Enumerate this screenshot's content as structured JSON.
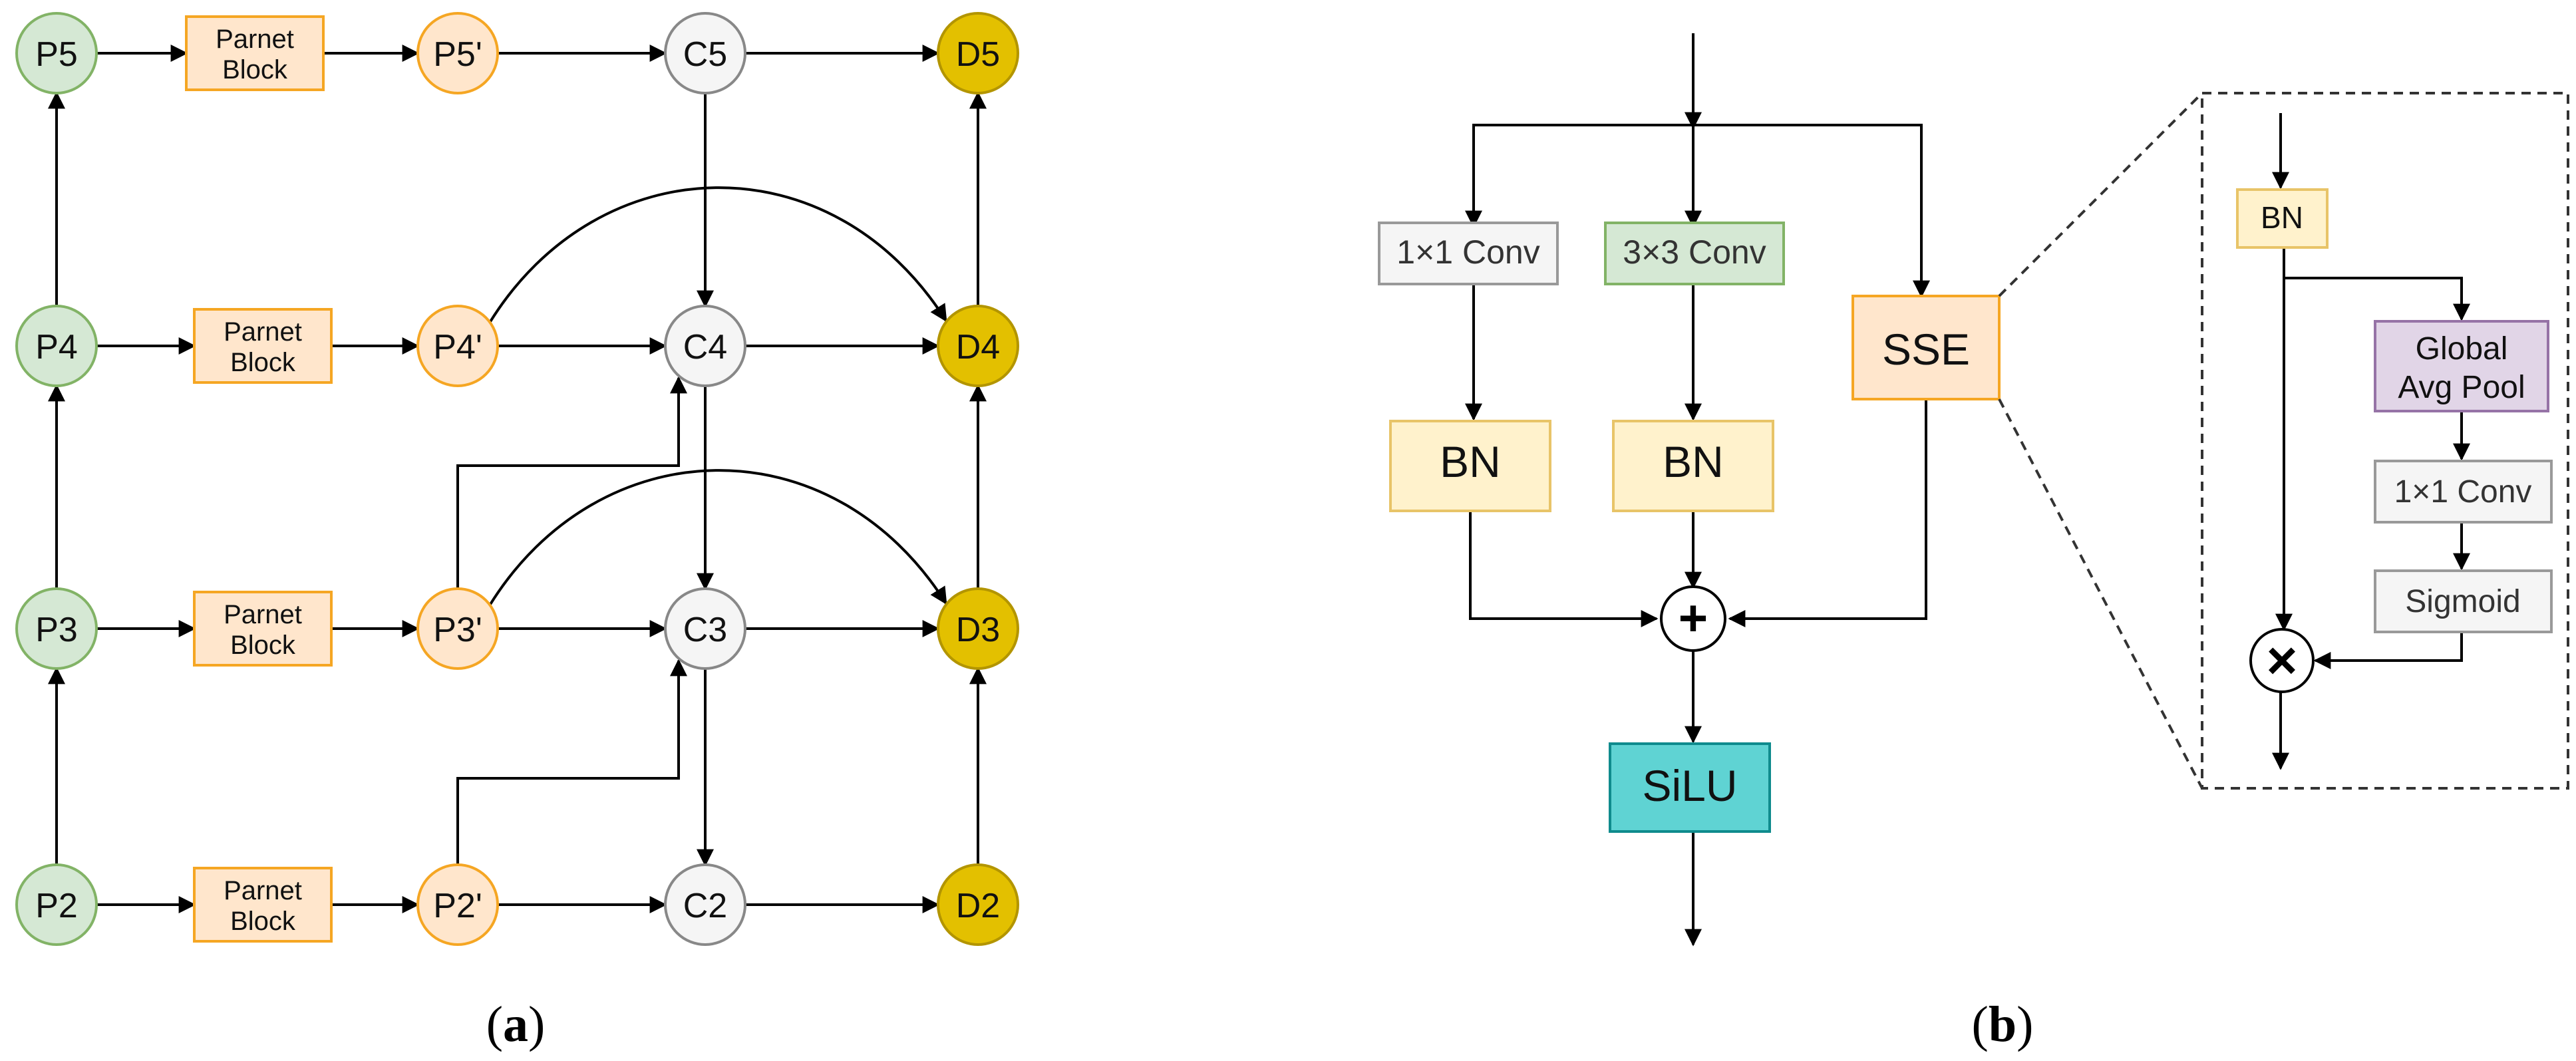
{
  "colors": {
    "green_fill": "#d5e8d4",
    "green_stroke": "#82b366",
    "orange_fill": "#ffe6cc",
    "orange_stroke": "#f5a623",
    "gray_fill": "#f5f5f5",
    "gray_stroke": "#888888",
    "gold_fill": "#e3c000",
    "gold_stroke": "#b39500",
    "bn_fill": "#fff2cc",
    "bn_stroke": "#e8c468",
    "purple_fill": "#e1d5e7",
    "purple_stroke": "#9673a6",
    "teal_fill": "#5fd3d3",
    "teal_stroke": "#0f8b8d",
    "conv_gray_fill": "#f5f5f5",
    "conv_gray_stroke": "#999999"
  },
  "panel_a": {
    "caption": "a",
    "p_nodes": [
      "P5",
      "P4",
      "P3",
      "P2"
    ],
    "parnet_block": [
      "Parnet",
      "Block"
    ],
    "pp_nodes": [
      "P5'",
      "P4'",
      "P3'",
      "P2'"
    ],
    "c_nodes": [
      "C5",
      "C4",
      "C3",
      "C2"
    ],
    "d_nodes": [
      "D5",
      "D4",
      "D3",
      "D2"
    ]
  },
  "panel_b": {
    "caption": "b",
    "conv1": "1×1 Conv",
    "conv3": "3×3 Conv",
    "bn": "BN",
    "sse": "SSE",
    "plus": "+",
    "silu": "SiLU"
  },
  "sse_detail": {
    "bn": "BN",
    "gap": [
      "Global",
      "Avg Pool"
    ],
    "conv": "1×1 Conv",
    "sigmoid": "Sigmoid",
    "times": "×"
  }
}
